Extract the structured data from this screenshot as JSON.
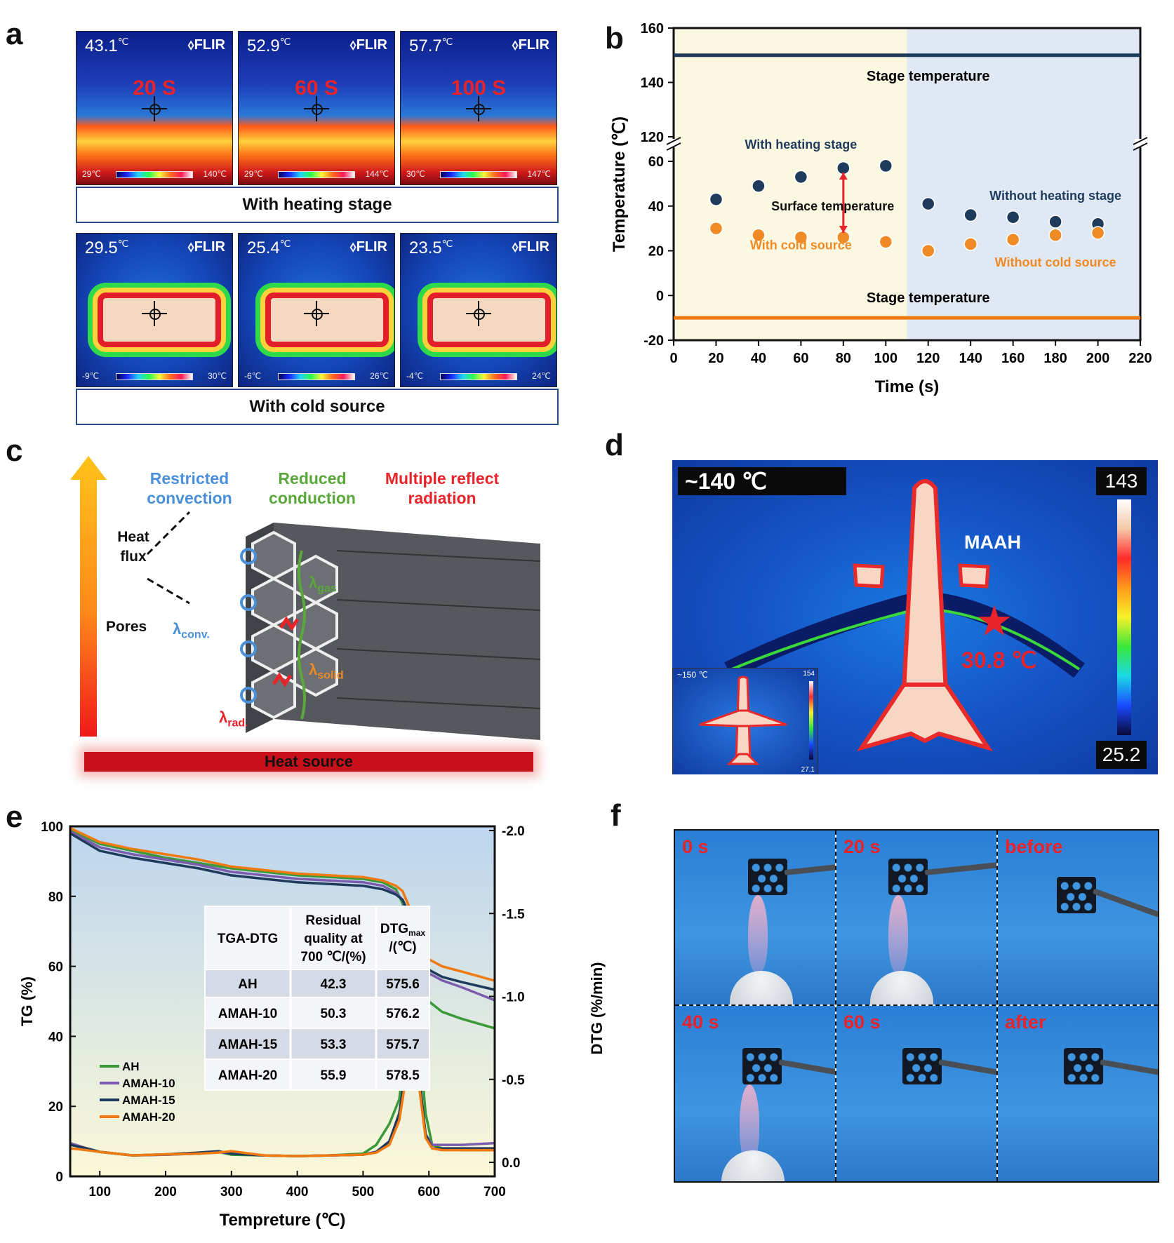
{
  "panel_letters": [
    "a",
    "b",
    "c",
    "d",
    "e",
    "f"
  ],
  "panel_a": {
    "heating_tiles": [
      {
        "temp": "43.1",
        "unit": "℃",
        "brand": "FLIR",
        "time": "20 S",
        "scale_lo": "29℃",
        "scale_hi": "140℃"
      },
      {
        "temp": "52.9",
        "unit": "℃",
        "brand": "FLIR",
        "time": "60 S",
        "scale_lo": "29℃",
        "scale_hi": "144℃"
      },
      {
        "temp": "57.7",
        "unit": "℃",
        "brand": "FLIR",
        "time": "100 S",
        "scale_lo": "30℃",
        "scale_hi": "147℃"
      }
    ],
    "heating_caption": "With heating stage",
    "cold_tiles": [
      {
        "temp": "29.5",
        "unit": "℃",
        "brand": "FLIR",
        "scale_lo": "-9℃",
        "scale_hi": "30℃"
      },
      {
        "temp": "25.4",
        "unit": "℃",
        "brand": "FLIR",
        "scale_lo": "-6℃",
        "scale_hi": "26℃"
      },
      {
        "temp": "23.5",
        "unit": "℃",
        "brand": "FLIR",
        "scale_lo": "-4℃",
        "scale_hi": "24℃"
      }
    ],
    "cold_caption": "With cold source"
  },
  "panel_c": {
    "labels": {
      "restricted": "Restricted\nconvection",
      "reduced": "Reduced\nconduction",
      "multiple": "Multiple reflect\nradiation",
      "heat_flux": "Heat\nflux",
      "pores": "Pores",
      "lambda_conv": "λ",
      "lambda_conv_sub": "conv.",
      "lambda_gas": "λ",
      "lambda_gas_sub": "gas",
      "lambda_solid": "λ",
      "lambda_solid_sub": "solid",
      "lambda_rad": "λ",
      "lambda_rad_sub": "rad.",
      "heat_source": "Heat source"
    },
    "colors": {
      "convection": "#4a90d9",
      "conduction": "#5aa83a",
      "radiation": "#e8232a",
      "solid": "#f08a24"
    }
  },
  "panel_d": {
    "temp_tag": "~140 ℃",
    "scale_max": "143",
    "scale_min": "25.2",
    "maah_label": "MAAH",
    "maah_temp": "30.8 ℃",
    "inset_tag": "~150 ℃",
    "inset_max": "154",
    "inset_min": "27.1"
  },
  "panel_f": {
    "labels": [
      "0 s",
      "20 s",
      "before",
      "40 s",
      "60 s",
      "after"
    ]
  },
  "chart_data": [
    {
      "type": "scatter",
      "panel": "b",
      "xlabel": "Time (s)",
      "ylabel": "Temperature (℃)",
      "xlim": [
        0,
        220
      ],
      "xticks": [
        0,
        20,
        40,
        60,
        80,
        100,
        120,
        140,
        160,
        180,
        200,
        220
      ],
      "ylim_lower": [
        -20,
        60
      ],
      "yticks_lower": [
        -20,
        0,
        20,
        40,
        60
      ],
      "ylim_upper": [
        120,
        160
      ],
      "yticks_upper": [
        120,
        140,
        160
      ],
      "axis_break": true,
      "background_split_x": 110,
      "background_colors": {
        "left": "#fbf8e2",
        "right": "#dfe8f3"
      },
      "reference_lines": [
        {
          "y": 150,
          "label": "Stage temperature",
          "color": "#1f3b5c"
        },
        {
          "y": -10,
          "label": "Stage temperature",
          "color": "#f07a12"
        }
      ],
      "series": [
        {
          "color": "#1f3b5c",
          "x": [
            20,
            40,
            60,
            80,
            100,
            120,
            140,
            160,
            180,
            200
          ],
          "y": [
            43,
            49,
            53,
            57,
            58,
            41,
            36,
            35,
            33,
            32
          ]
        },
        {
          "color": "#f08a24",
          "x": [
            20,
            40,
            60,
            80,
            100,
            120,
            140,
            160,
            180,
            200
          ],
          "y": [
            30,
            27,
            26,
            26,
            24,
            20,
            23,
            25,
            27,
            28
          ]
        }
      ],
      "annotations": [
        {
          "text": "With heating stage",
          "color": "#1f3b5c"
        },
        {
          "text": "Surface temperature",
          "color": "#111111"
        },
        {
          "text": "With cold source",
          "color": "#f08a24"
        },
        {
          "text": "Without heating stage",
          "color": "#1f3b5c"
        },
        {
          "text": "Without cold source",
          "color": "#f08a24"
        }
      ],
      "arrow": {
        "x": 80,
        "y_from": 28,
        "y_to": 55,
        "color": "#e8232a"
      }
    },
    {
      "type": "line",
      "panel": "e",
      "xlabel": "Tempreture (℃)",
      "ylabel": "TG (%)",
      "y2label": "DTG (%/min)",
      "xlim": [
        55,
        700
      ],
      "xticks": [
        100,
        200,
        300,
        400,
        500,
        600,
        700
      ],
      "ylim": [
        0,
        100
      ],
      "yticks": [
        0,
        20,
        40,
        60,
        80,
        100
      ],
      "y2ticks": [
        "-2.0",
        "-1.5",
        "-1.0",
        "-0.5",
        "0.0"
      ],
      "background": "gradient light blue to light yellow",
      "series": [
        {
          "name": "AH",
          "color": "#3a9a3a",
          "tg_x": [
            55,
            100,
            150,
            200,
            250,
            300,
            350,
            400,
            450,
            500,
            530,
            550,
            560,
            570,
            580,
            590,
            600,
            620,
            650,
            700
          ],
          "tg_y": [
            99,
            95,
            93,
            91,
            89.5,
            88,
            87,
            86,
            85.5,
            85,
            84,
            82,
            78,
            70,
            62,
            54,
            50,
            47,
            45,
            42.3
          ],
          "dtg_x": [
            55,
            80,
            100,
            150,
            200,
            250,
            280,
            300,
            350,
            400,
            450,
            500,
            520,
            540,
            555,
            565,
            575,
            585,
            595,
            605,
            620,
            650,
            700
          ],
          "dtg_y": [
            9,
            8,
            7,
            6,
            6.2,
            6.5,
            7,
            6.2,
            6,
            5.8,
            6,
            6.5,
            9,
            15,
            22,
            38,
            49,
            40,
            18,
            9,
            8,
            7.5,
            7.5
          ]
        },
        {
          "name": "AMAH-10",
          "color": "#7b5cae",
          "tg_x": [
            55,
            100,
            150,
            200,
            250,
            300,
            350,
            400,
            450,
            500,
            530,
            550,
            560,
            570,
            580,
            590,
            600,
            620,
            650,
            700
          ],
          "tg_y": [
            98.5,
            94,
            92,
            90.5,
            89,
            87,
            86,
            85,
            84.5,
            84,
            83,
            81,
            79,
            74,
            66,
            60,
            58,
            56,
            54,
            50.3
          ],
          "dtg_x": [
            55,
            80,
            100,
            150,
            200,
            250,
            280,
            300,
            350,
            400,
            450,
            500,
            520,
            540,
            555,
            565,
            575,
            585,
            595,
            605,
            620,
            650,
            700
          ],
          "dtg_y": [
            9.5,
            8,
            7,
            6,
            6.2,
            6.5,
            7,
            6.5,
            6,
            5.8,
            6,
            6.2,
            7,
            10,
            18,
            30,
            35,
            28,
            12,
            9,
            9,
            9,
            9.5
          ]
        },
        {
          "name": "AMAH-15",
          "color": "#1f3b5c",
          "tg_x": [
            55,
            100,
            150,
            200,
            250,
            300,
            350,
            400,
            450,
            500,
            530,
            550,
            560,
            570,
            580,
            590,
            600,
            620,
            650,
            700
          ],
          "tg_y": [
            98,
            93,
            91,
            89.5,
            88,
            86,
            85,
            84,
            83.5,
            83,
            82,
            80.5,
            79,
            75,
            67,
            61,
            59,
            57,
            55.5,
            53.3
          ],
          "dtg_x": [
            55,
            80,
            100,
            150,
            200,
            250,
            280,
            300,
            350,
            400,
            450,
            500,
            520,
            540,
            555,
            565,
            575,
            585,
            595,
            605,
            620,
            650,
            700
          ],
          "dtg_y": [
            9,
            8,
            7,
            6,
            6.3,
            6.8,
            7.2,
            6.5,
            6,
            5.8,
            6,
            6.2,
            7,
            10,
            18,
            31,
            36,
            29,
            12,
            8,
            8,
            8,
            8
          ]
        },
        {
          "name": "AMAH-20",
          "color": "#f07a12",
          "tg_x": [
            55,
            100,
            150,
            200,
            250,
            300,
            350,
            400,
            450,
            500,
            530,
            550,
            560,
            570,
            580,
            590,
            600,
            620,
            650,
            700
          ],
          "tg_y": [
            99.5,
            95.5,
            93.5,
            92,
            90.5,
            88.5,
            87.5,
            86.5,
            86,
            85.5,
            84.5,
            83,
            81.5,
            77,
            70,
            64,
            62,
            60,
            58.5,
            55.9
          ],
          "dtg_x": [
            55,
            80,
            100,
            150,
            200,
            250,
            280,
            300,
            350,
            400,
            450,
            500,
            520,
            540,
            555,
            565,
            575,
            585,
            595,
            605,
            620,
            650,
            700
          ],
          "dtg_y": [
            8,
            7.5,
            7,
            6,
            6.3,
            6.5,
            6.8,
            7.2,
            6,
            5.8,
            6,
            6.2,
            6.8,
            9,
            16,
            28,
            32,
            26,
            11,
            8,
            7.5,
            7.5,
            7.5
          ]
        }
      ],
      "table": {
        "headers": [
          "TGA-DTG",
          "Residual quality at 700 ℃/(%)",
          "DTG",
          "max",
          "/(℃)"
        ],
        "rows": [
          [
            "AH",
            "42.3",
            "575.6"
          ],
          [
            "AMAH-10",
            "50.3",
            "576.2"
          ],
          [
            "AMAH-15",
            "53.3",
            "575.7"
          ],
          [
            "AMAH-20",
            "55.9",
            "578.5"
          ]
        ]
      }
    }
  ]
}
